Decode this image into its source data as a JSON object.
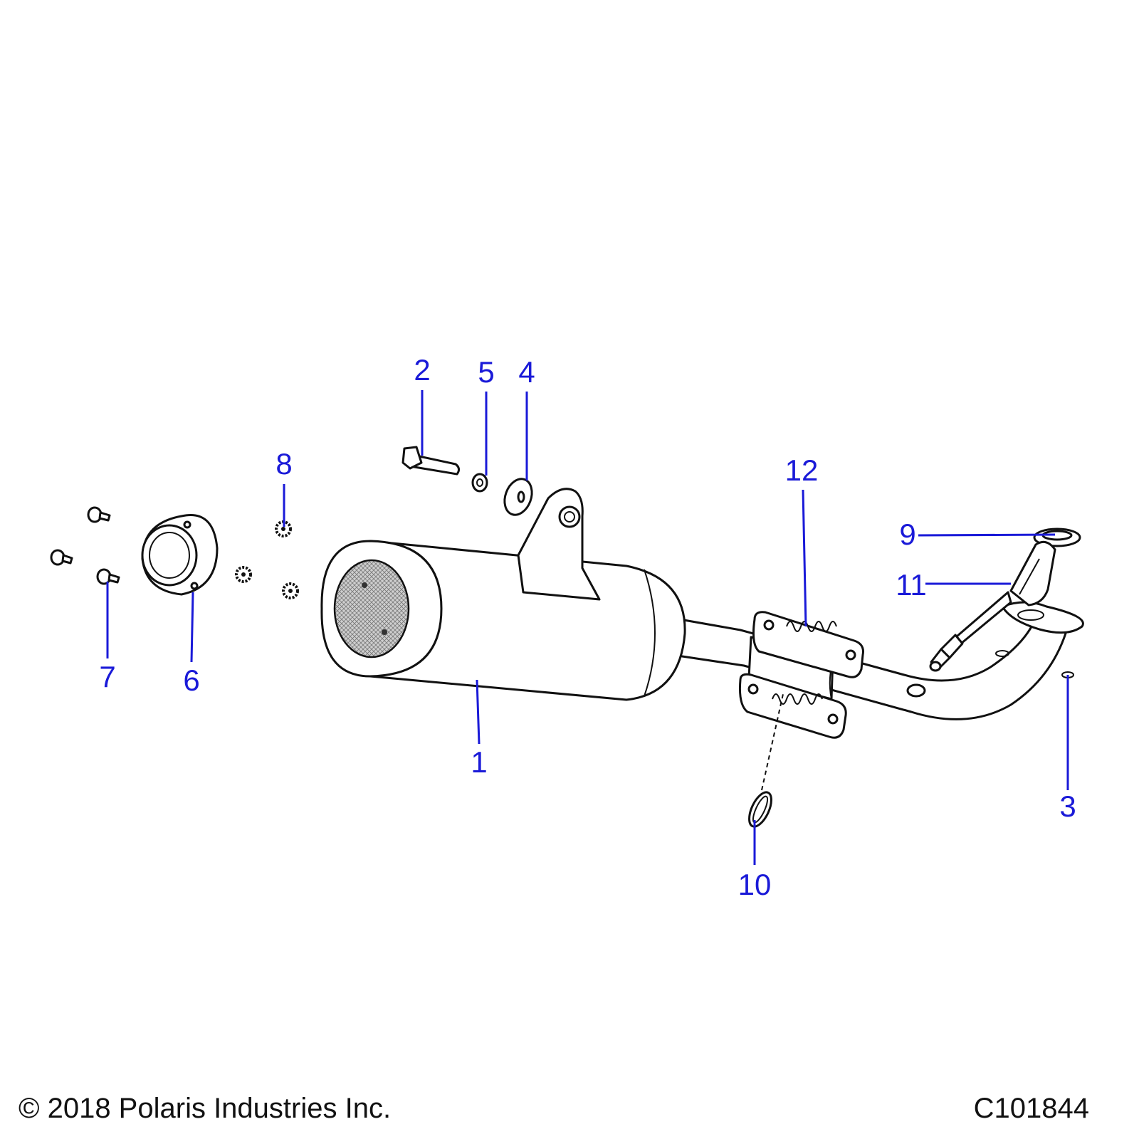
{
  "callouts": {
    "c1": "1",
    "c2": "2",
    "c3": "3",
    "c4": "4",
    "c5": "5",
    "c6": "6",
    "c7": "7",
    "c8": "8",
    "c9": "9",
    "c10": "10",
    "c11": "11",
    "c12": "12"
  },
  "footer": {
    "copyright": "© 2018 Polaris Industries Inc.",
    "figure_id": "C101844"
  },
  "colors": {
    "callout": "#1a1ad8",
    "line_art": "#111111",
    "background": "#ffffff"
  }
}
